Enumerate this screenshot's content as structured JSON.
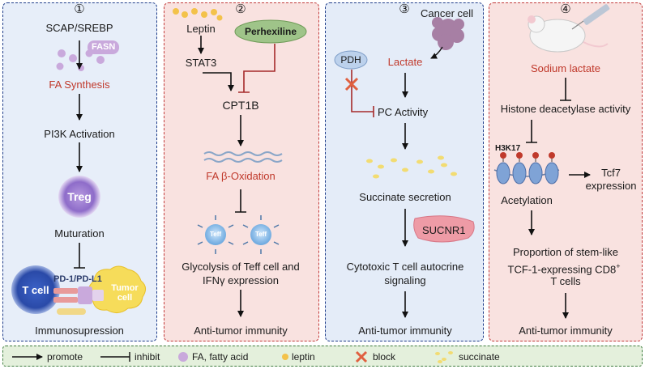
{
  "panels": {
    "p1": {
      "number": "①",
      "n1": "SCAP/SREBP",
      "fasn": "FASN",
      "n2": "FA Synthesis",
      "n3": "PI3K Activation",
      "treg": "Treg",
      "n4": "Muturation",
      "tcell": "T cell",
      "pd": "PD-1/PD-L1",
      "tumor": "Tumor cell",
      "n5": "Immunosupression"
    },
    "p2": {
      "number": "②",
      "n1": "Leptin",
      "perhexiline": "Perhexiline",
      "n2": "STAT3",
      "n3": "CPT1B",
      "n4": "FA β-Oxidation",
      "teff": "Teff",
      "n5a": "Glycolysis of Teff cell and",
      "n5b": "IFNγ expression",
      "n6": "Anti-tumor immunity"
    },
    "p3": {
      "number": "③",
      "cancer": "Cancer cell",
      "pdh": "PDH",
      "n1": "Lactate",
      "n2": "PC Activity",
      "n3": "Succinate secretion",
      "sucnr1": "SUCNR1",
      "n4a": "Cytotoxic T cell autocrine",
      "n4b": "signaling",
      "n5": "Anti-tumor immunity"
    },
    "p4": {
      "number": "④",
      "n1": "Sodium lactate",
      "n2": "Histone deacetylase activity",
      "h3k17": "H3K17",
      "n3": "Acetylation",
      "tcf7a": "Tcf7",
      "tcf7b": "expression",
      "n4a": "Proportion of stem-like",
      "n4b": "TCF-1-expressing CD8",
      "n4sup": "+",
      "n4c": "T cells",
      "n5": "Anti-tumor immunity"
    }
  },
  "legend": {
    "promote": "promote",
    "inhibit": "inhibit",
    "fa": "FA, fatty acid",
    "leptin": "leptin",
    "block": "block",
    "succinate": "succinate"
  },
  "colors": {
    "blue_panel_bg": "#e7eef9",
    "pink_panel_bg": "#f9e2e0",
    "legend_bg": "#e4f0dc",
    "red_text": "#c0392b",
    "fa_dot": "#c9a9dc",
    "leptin_dot": "#f3c24a",
    "block_x": "#e06040"
  }
}
